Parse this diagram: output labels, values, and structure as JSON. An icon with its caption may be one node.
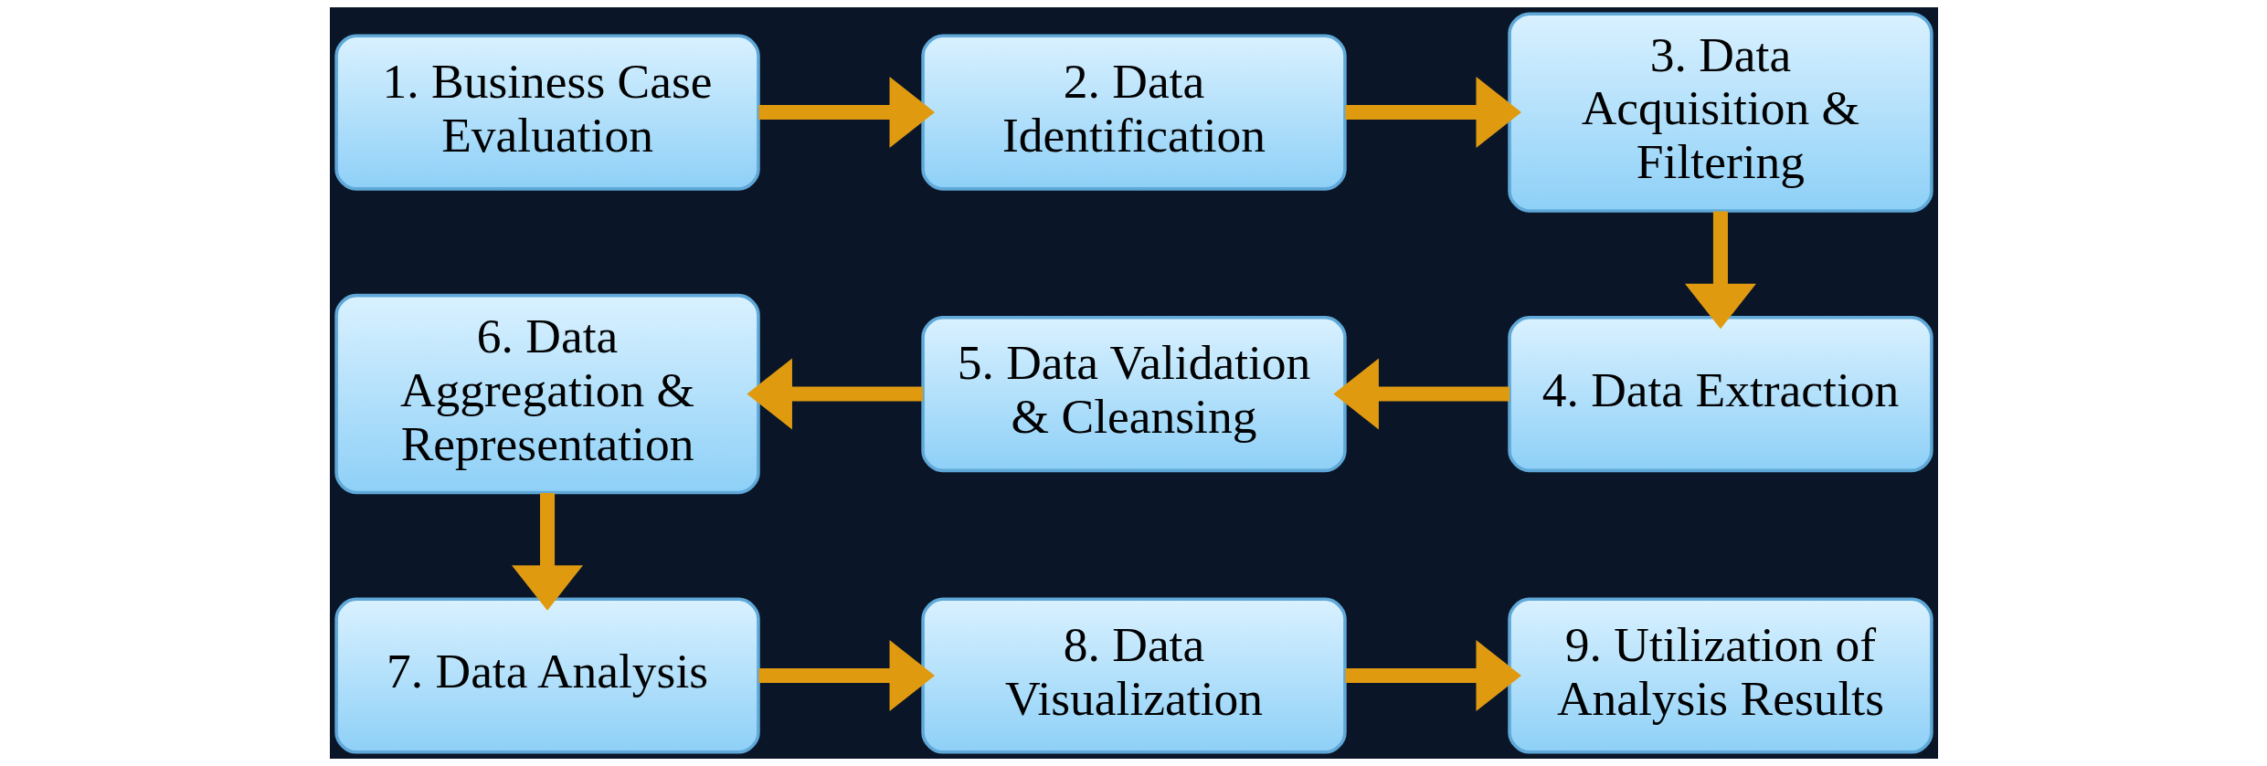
{
  "diagram": {
    "nodes": [
      {
        "text": [
          "1. Business Case Evaluation"
        ]
      },
      {
        "text": [
          "2. Data Identification"
        ]
      },
      {
        "text": [
          "3. Data Acquisition & Filtering"
        ]
      },
      {
        "text": [
          "4. Data Extraction"
        ]
      },
      {
        "text": [
          "5. Data Validation & Cleansing"
        ]
      },
      {
        "text": [
          "6. Data Aggregation & Representation"
        ]
      },
      {
        "text": [
          "7. Data Analysis"
        ]
      },
      {
        "text": [
          "8. Data Visualization"
        ]
      },
      {
        "text": [
          "9. Utilization of Analysis Results"
        ]
      }
    ],
    "edges": [
      {
        "from": 0,
        "to": 1,
        "arrow": "to"
      },
      {
        "from": 1,
        "to": 2,
        "arrow": "to"
      },
      {
        "from": 2,
        "to": 3,
        "arrow": "to"
      },
      {
        "from": 3,
        "to": 4,
        "arrow": "to"
      },
      {
        "from": 4,
        "to": 5,
        "arrow": "to"
      },
      {
        "from": 5,
        "to": 6,
        "arrow": "to"
      },
      {
        "from": 6,
        "to": 7,
        "arrow": "to"
      },
      {
        "from": 7,
        "to": 8,
        "arrow": "to"
      }
    ]
  }
}
